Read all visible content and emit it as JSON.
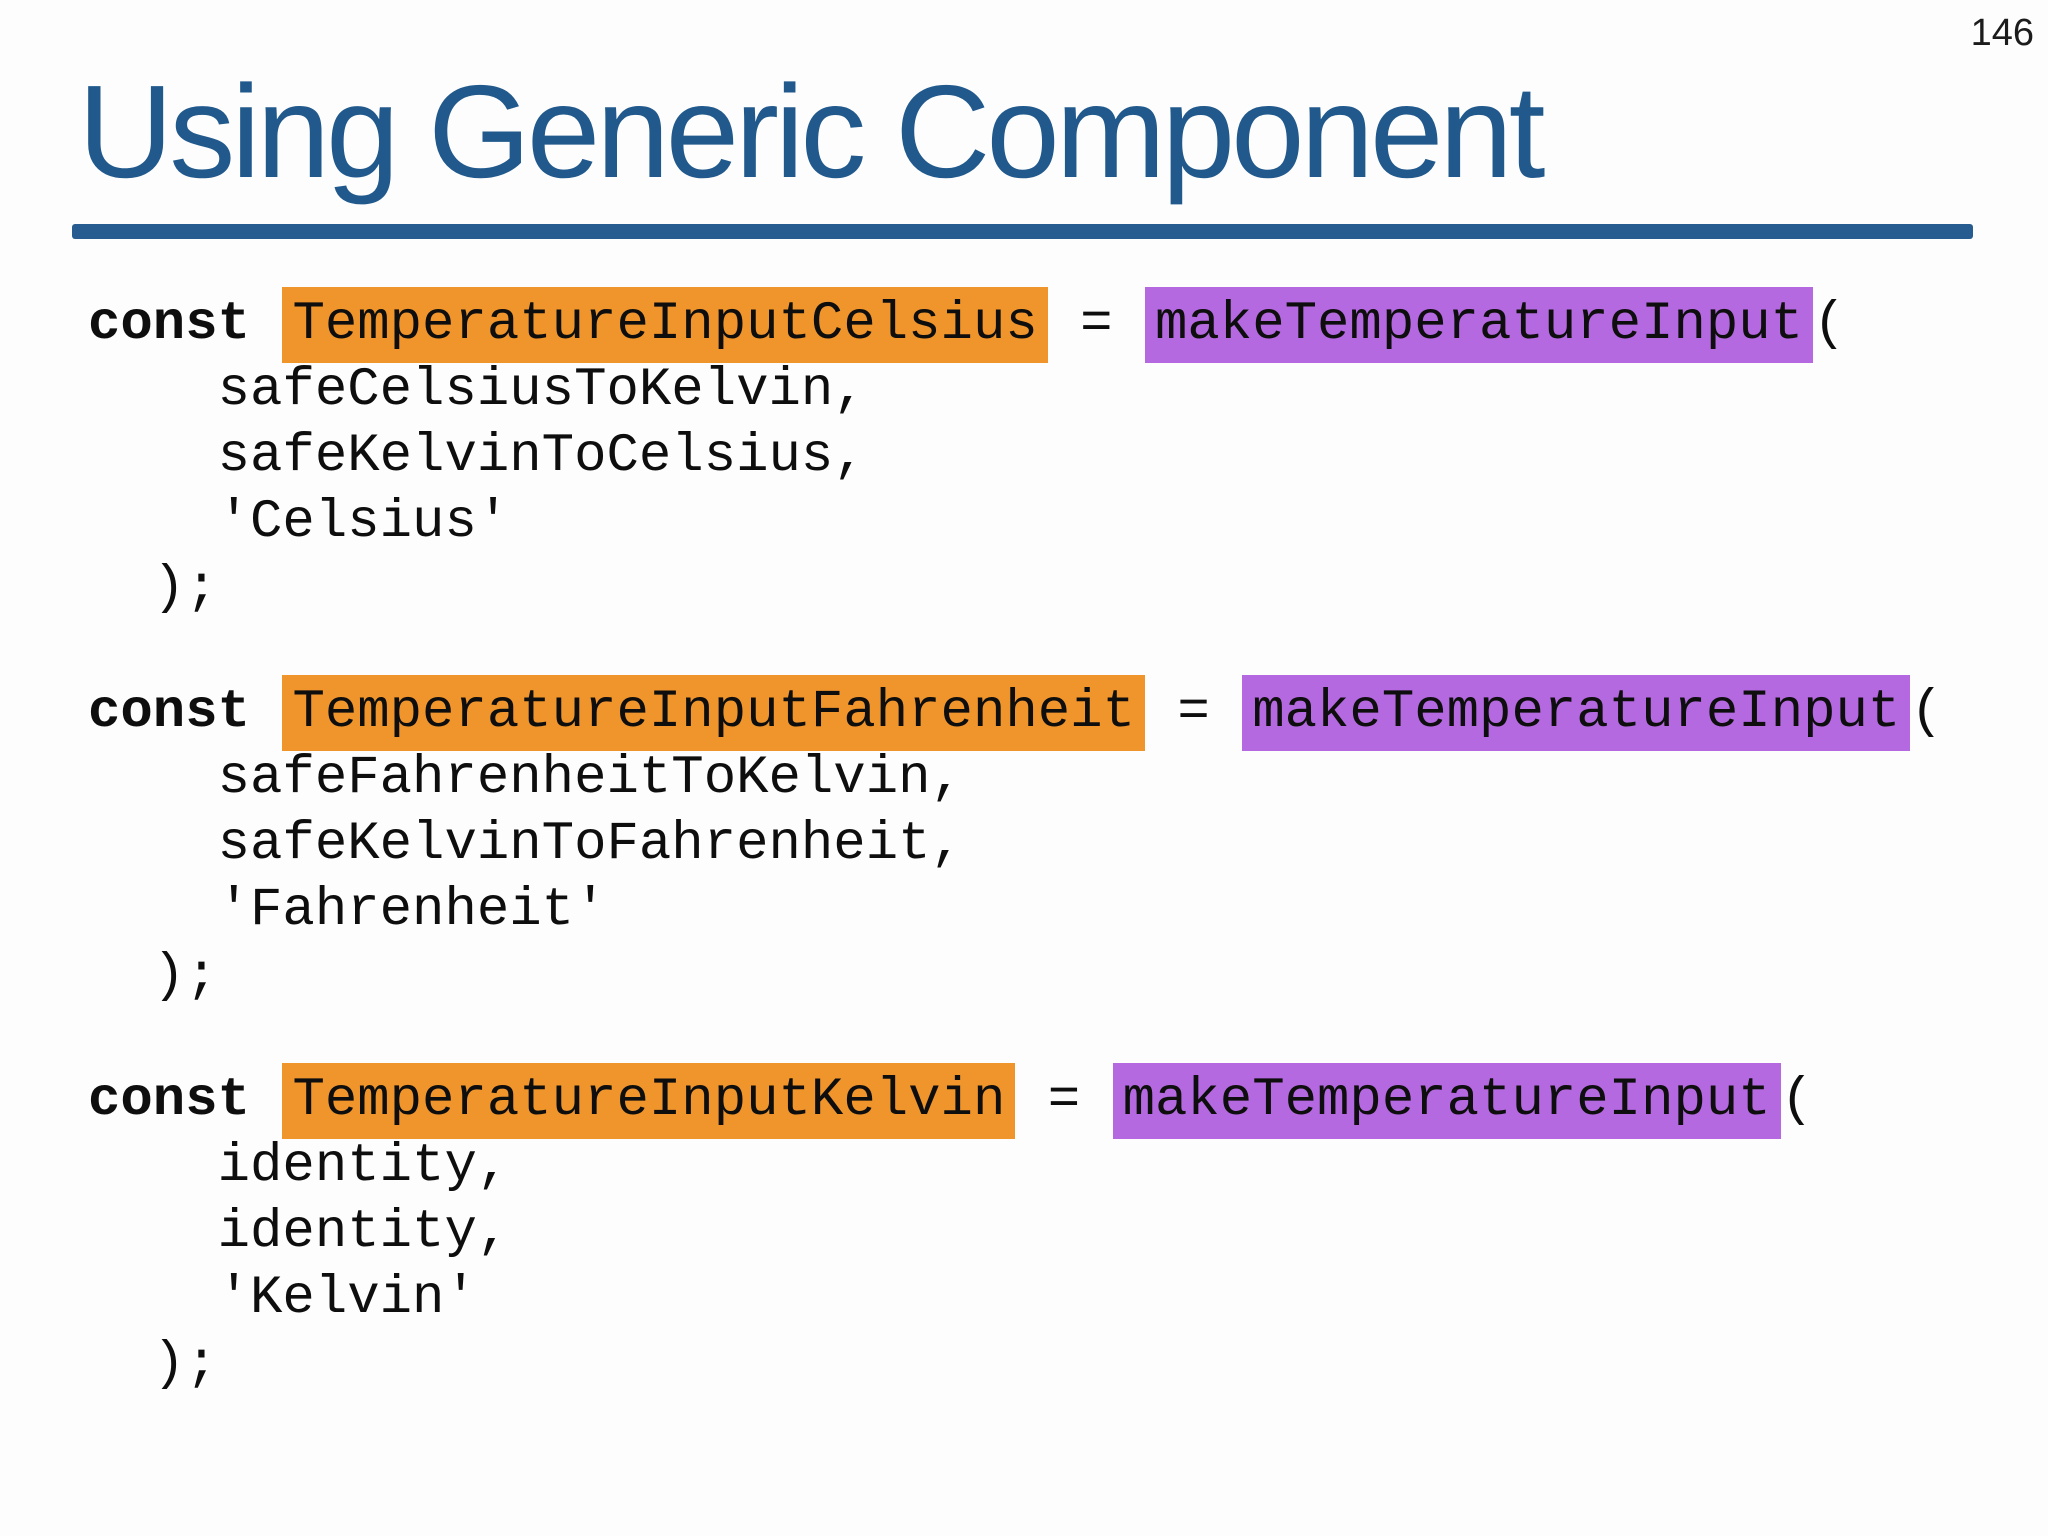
{
  "page": {
    "number": "146",
    "title": "Using Generic Component"
  },
  "colors": {
    "title_blue": "#21598C",
    "underline_blue": "#265C8F",
    "highlight_orange": "#F0942C",
    "highlight_purple": "#B469E0",
    "code_text": "#0e0e0e"
  },
  "code": {
    "blocks": [
      {
        "keyword": "const",
        "component_name": "TemperatureInputCelsius",
        "equals": "=",
        "factory_name": "makeTemperatureInput",
        "open_paren": "(",
        "args": [
          "safeCelsiusToKelvin,",
          "safeKelvinToCelsius,",
          "'Celsius'"
        ],
        "closing": ");"
      },
      {
        "keyword": "const",
        "component_name": "TemperatureInputFahrenheit",
        "equals": "=",
        "factory_name": "makeTemperatureInput",
        "open_paren": "(",
        "args": [
          "safeFahrenheitToKelvin,",
          "safeKelvinToFahrenheit,",
          "'Fahrenheit'"
        ],
        "closing": ");"
      },
      {
        "keyword": "const",
        "component_name": "TemperatureInputKelvin",
        "equals": "=",
        "factory_name": "makeTemperatureInput",
        "open_paren": "(",
        "args": [
          "identity,",
          "identity,",
          "'Kelvin'"
        ],
        "closing": ");"
      }
    ]
  }
}
